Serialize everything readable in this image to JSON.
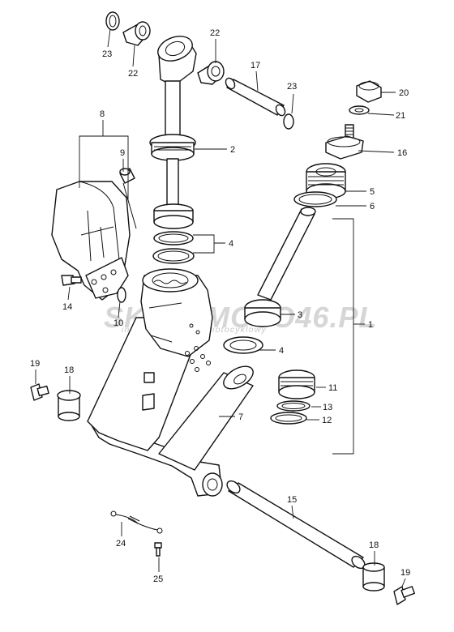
{
  "watermark": {
    "brand": "SKLEPMOTO46.PL",
    "tagline": "internetowy sklep motocyklowy"
  },
  "callouts": [
    "1",
    "2",
    "3",
    "4",
    "4",
    "5",
    "6",
    "7",
    "8",
    "9",
    "10",
    "11",
    "12",
    "13",
    "14",
    "15",
    "16",
    "17",
    "18",
    "18",
    "19",
    "19",
    "20",
    "21",
    "22",
    "22",
    "23",
    "23",
    "24",
    "25"
  ]
}
